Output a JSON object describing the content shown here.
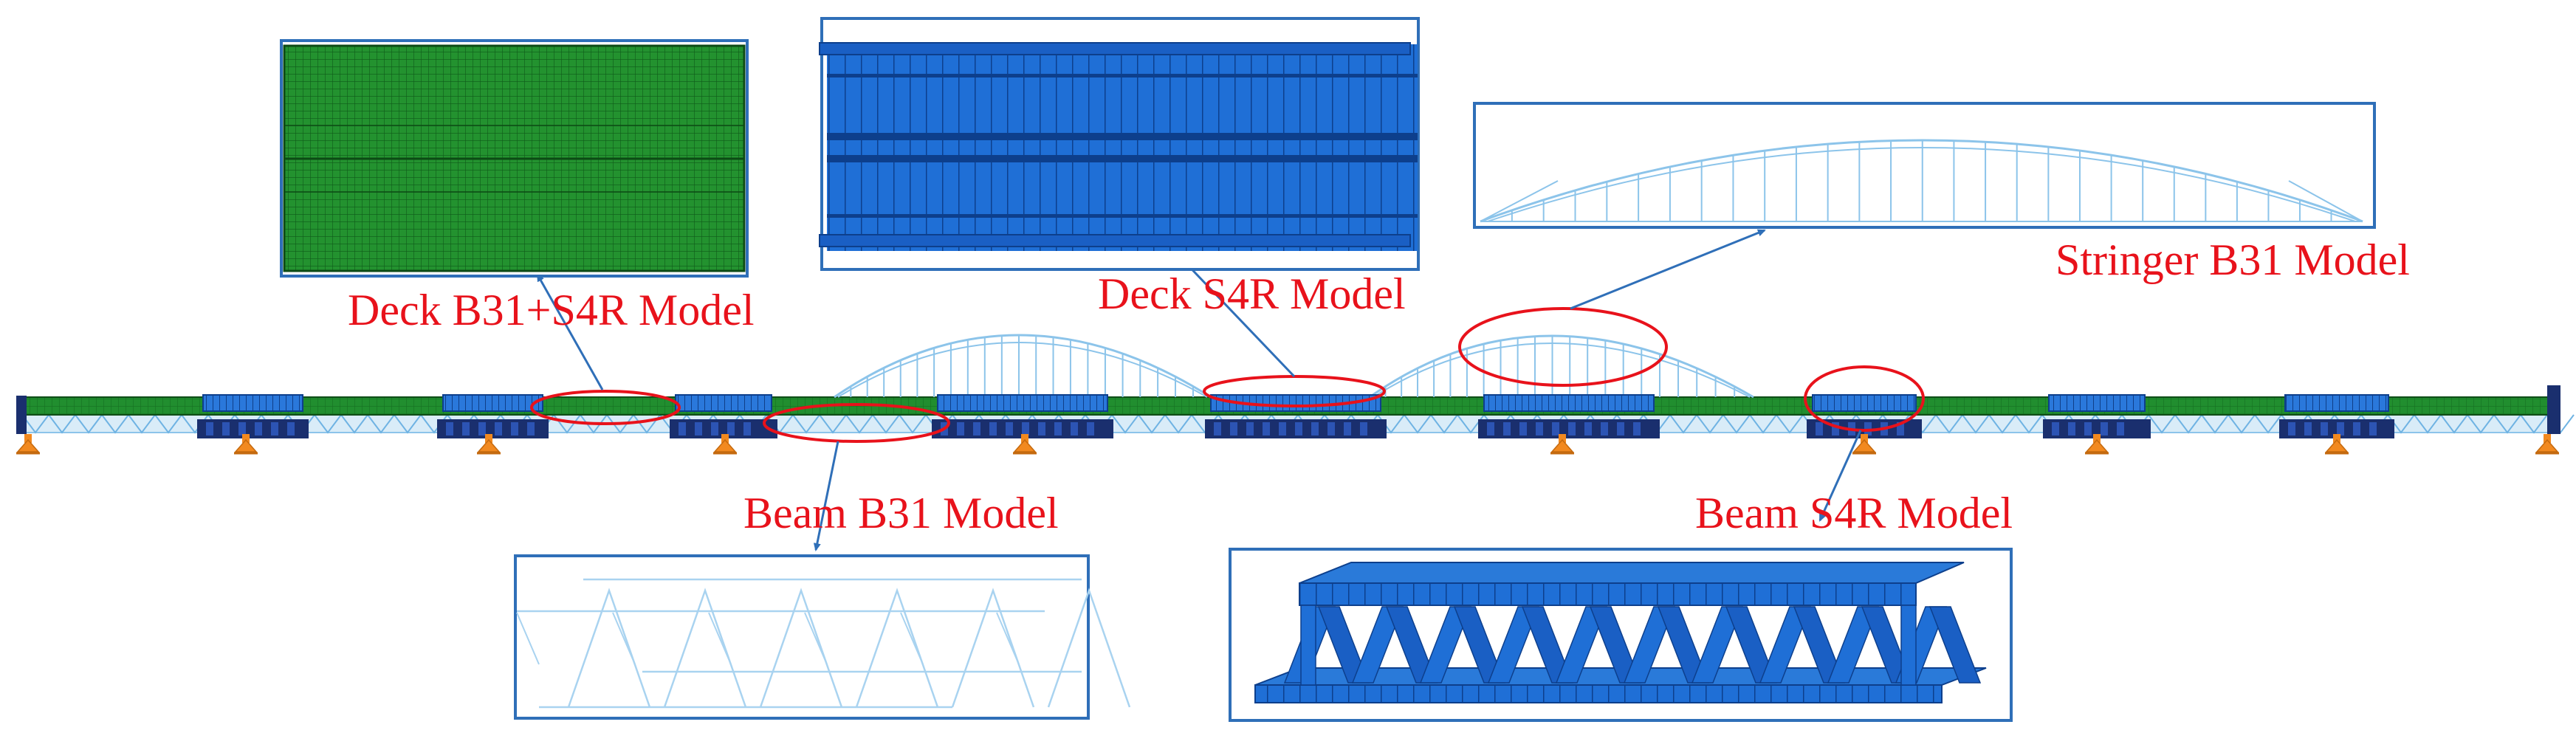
{
  "figure": {
    "labels": {
      "deck_b31_s4r": "Deck B31+S4R Model",
      "deck_s4r": "Deck S4R Model",
      "stringer_b31": "Stringer B31 Model",
      "beam_b31": "Beam B31 Model",
      "beam_s4r": "Beam S4R Model"
    },
    "colors": {
      "label_red": "#e8121b",
      "frame_blue": "#2f6fb8",
      "solid_blue": "#1f6fd6",
      "wire_blue": "#8cc4ea",
      "deck_green": "#1f8a2e",
      "support_orange": "#f2891f",
      "dark_navy": "#1a2f6e"
    },
    "icons": {
      "support": "orange-pin-support"
    }
  }
}
